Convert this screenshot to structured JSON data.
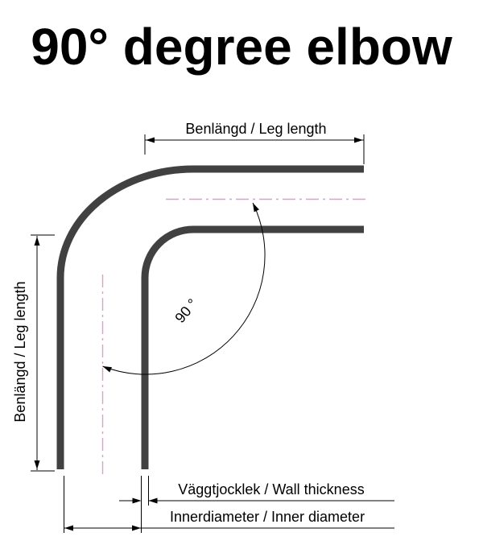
{
  "title": "90° degree elbow",
  "diagram": {
    "top_dimension_label": "Benlängd / Leg length",
    "left_dimension_label": "Benlängd / Leg length",
    "angle_label": "90 °",
    "wall_thickness_label": "Väggtjocklek / Wall thickness",
    "inner_diameter_label": "Innerdiameter / Inner diameter"
  },
  "colors": {
    "pipe": "#414141",
    "centerline": "#e49ad2",
    "line": "#000000",
    "background": "#ffffff"
  }
}
